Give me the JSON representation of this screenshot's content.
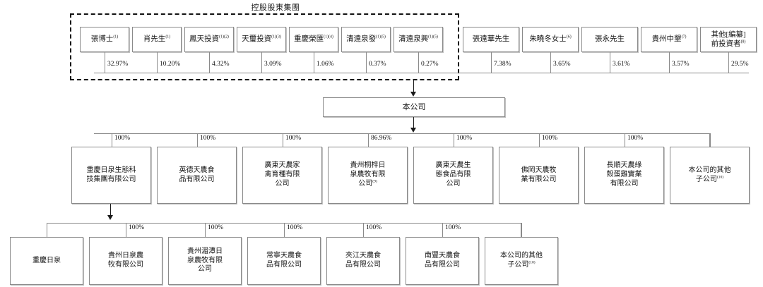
{
  "diagram": {
    "title": "控股股東集團",
    "company": {
      "label": "本公司"
    }
  },
  "shareholders": [
    {
      "name": "張博士",
      "sup": "(1)",
      "pct": "32.97%"
    },
    {
      "name": "肖先生",
      "sup": "(1)",
      "pct": "10.20%"
    },
    {
      "name": "鳳天投資",
      "sup": "(1)(2)",
      "pct": "4.32%"
    },
    {
      "name": "天璽投資",
      "sup": "(1)(3)",
      "pct": "3.09%"
    },
    {
      "name": "重慶榮匯",
      "sup": "(1)(4)",
      "pct": "1.06%"
    },
    {
      "name": "清遠泉發",
      "sup": "(1)(5)",
      "pct": "0.37%"
    },
    {
      "name": "清遠泉興",
      "sup": "(1)(5)",
      "pct": "0.27%"
    },
    {
      "name": "張遠華先生",
      "sup": "",
      "pct": "7.38%"
    },
    {
      "name": "朱曉冬女士",
      "sup": "(6)",
      "pct": "3.65%"
    },
    {
      "name": "張永先生",
      "sup": "",
      "pct": "3.61%"
    },
    {
      "name": "貴州中墾",
      "sup": "(7)",
      "pct": "3.57%"
    },
    {
      "name": "其他[編纂]\n前投資者",
      "sup": "(8)",
      "pct": "29.5%"
    }
  ],
  "subsidiaries": [
    {
      "name": "重慶日泉生態科\n技集團有限公司",
      "sup": "",
      "pct": "100%"
    },
    {
      "name": "英德天農食\n品有限公司",
      "sup": "",
      "pct": "100%"
    },
    {
      "name": "廣東天農家\n禽育種有限\n公司",
      "sup": "",
      "pct": "100%"
    },
    {
      "name": "貴州桐梓日\n泉農牧有限\n公司",
      "sup": "(9)",
      "pct": "86.96%"
    },
    {
      "name": "廣東天農生\n態食品有限\n公司",
      "sup": "",
      "pct": "100%"
    },
    {
      "name": "佛岡天農牧\n業有限公司",
      "sup": "",
      "pct": "100%"
    },
    {
      "name": "長順天農綠\n殼蛋雞實業\n有限公司",
      "sup": "",
      "pct": "100%"
    },
    {
      "name": "本公司的其他\n子公司",
      "sup": "(10)",
      "pct": ""
    }
  ],
  "leaf_subsidiaries": [
    {
      "name": "重慶日泉",
      "sup": "",
      "pct": ""
    },
    {
      "name": "貴州日泉農\n牧有限公司",
      "sup": "",
      "pct": "100%"
    },
    {
      "name": "貴州湄潭日\n泉農牧有限\n公司",
      "sup": "",
      "pct": "100%"
    },
    {
      "name": "常寧天農食\n品有限公司",
      "sup": "",
      "pct": "100%"
    },
    {
      "name": "夾江天農食\n品有限公司",
      "sup": "",
      "pct": "100%"
    },
    {
      "name": "南豐天農食\n品有限公司",
      "sup": "",
      "pct": "100%"
    },
    {
      "name": "本公司的其他\n子公司",
      "sup": "(10)",
      "pct": ""
    }
  ]
}
